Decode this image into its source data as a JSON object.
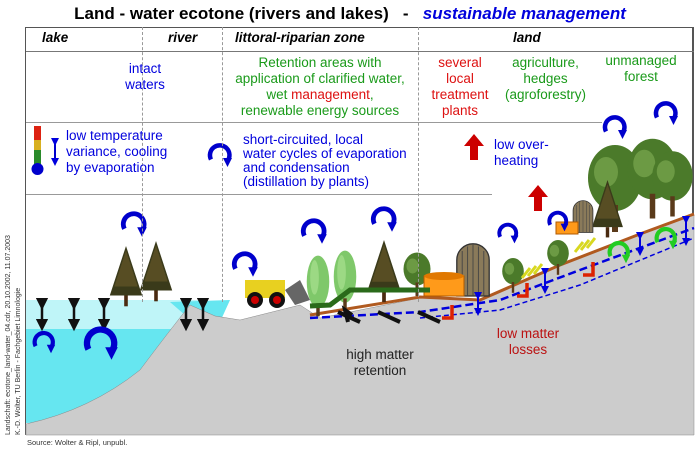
{
  "title": {
    "main": "Land - water ecotone (rivers and lakes)",
    "separator": "-",
    "subtitle": "sustainable management"
  },
  "zones": [
    "lake",
    "river",
    "littoral-riparian zone",
    "land"
  ],
  "labels": {
    "intact_waters": [
      "intact",
      "waters"
    ],
    "retention": {
      "line1": "Retention areas with",
      "line2": "application of clarified water,",
      "line3_prefix": "wet ",
      "line3_highlight": "management",
      "line3_suffix": ",",
      "line4": "renewable energy sources"
    },
    "treatment_plants": [
      "several",
      "local",
      "treatment",
      "plants"
    ],
    "agriculture": [
      "agriculture,",
      "hedges",
      "(agroforestry)"
    ],
    "forest": [
      "unmanaged",
      "forest"
    ],
    "low_temp": [
      "low temperature",
      "variance, cooling",
      "by evaporation"
    ],
    "water_cycles": [
      "short-circuited, local",
      "water cycles of evaporation",
      "and condensation",
      "(distillation by plants)"
    ],
    "low_overheating": [
      "low over-",
      "heating"
    ],
    "high_retention": [
      "high matter",
      "retention"
    ],
    "low_losses": [
      "low matter",
      "losses"
    ]
  },
  "credit": {
    "line1": "Landschaft: ecotone_land-water_04.cdr, 20.10.2002, 11.07.2003",
    "line2": "K.-D. Wolter, TU Berlin - Fachgebiet Limnologie"
  },
  "source": "Source: Wolter & Ripl, unpubl.",
  "icons": {
    "cycle": "water-cycle-arrow-icon",
    "thermometer": "thermometer-icon",
    "updown": "up-down-arrow-icon",
    "heat": "red-up-arrow-icon"
  },
  "colors": {
    "water_blue": "#0000cc",
    "text_green": "#1a9a1a",
    "text_red": "#dd1111",
    "lake": "#66e6f0",
    "ground": "#cccccc",
    "heat_arrow": "#cc0000",
    "nutrient_arrow": "#dd2200",
    "cycle_green": "#22cc22"
  }
}
